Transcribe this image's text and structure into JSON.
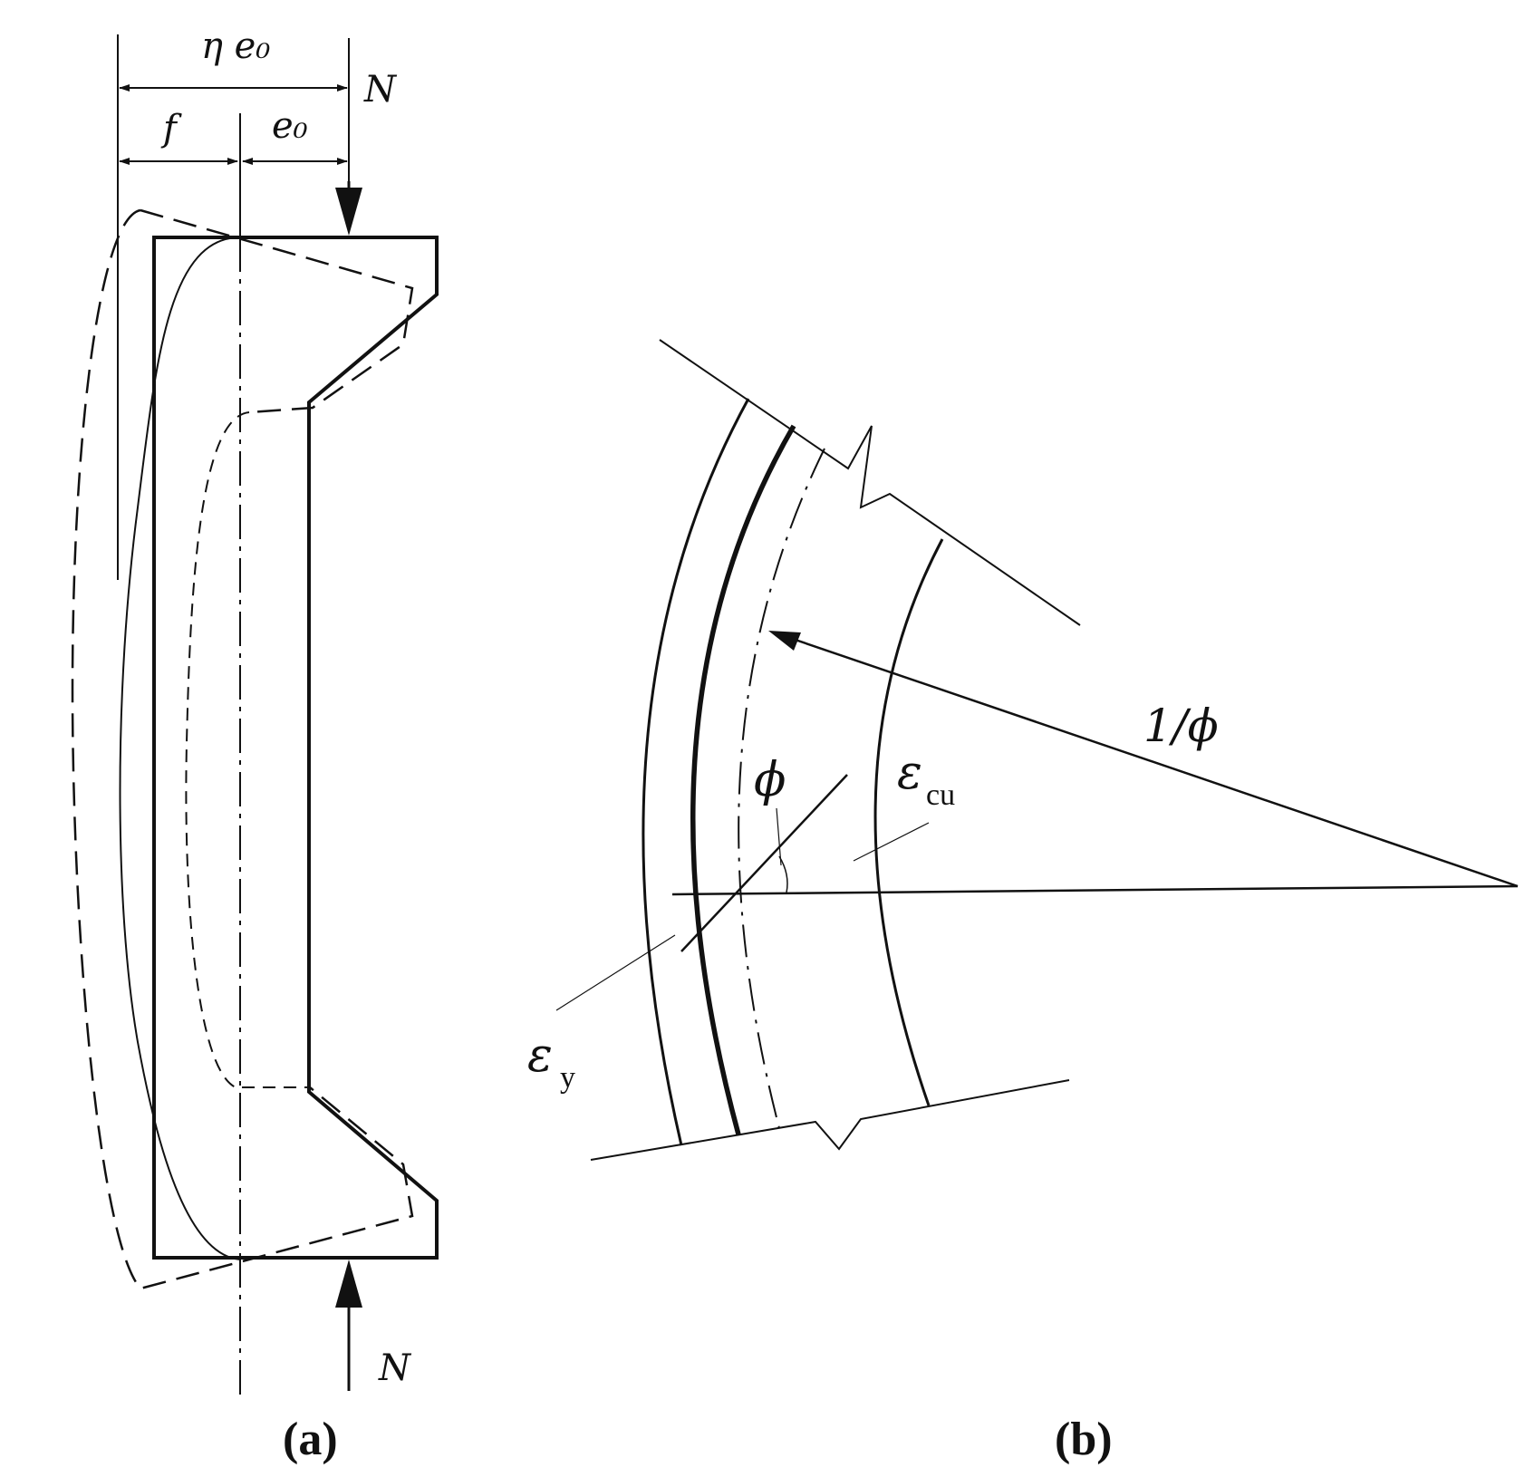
{
  "panel_a": {
    "caption": "(a)",
    "label_eta_e0": "η e₀",
    "label_f": "f",
    "label_e0": "e₀",
    "label_N_top": "N",
    "label_N_bottom": "N"
  },
  "panel_b": {
    "caption": "(b)",
    "label_inverse_phi": "1/ϕ",
    "label_phi": "ϕ",
    "label_eps_cu_symbol": "ε",
    "label_eps_cu_sub": "cu",
    "label_eps_y_symbol": "ε",
    "label_eps_y_sub": "y"
  },
  "colors": {
    "line": "#111111",
    "background": "#ffffff"
  }
}
